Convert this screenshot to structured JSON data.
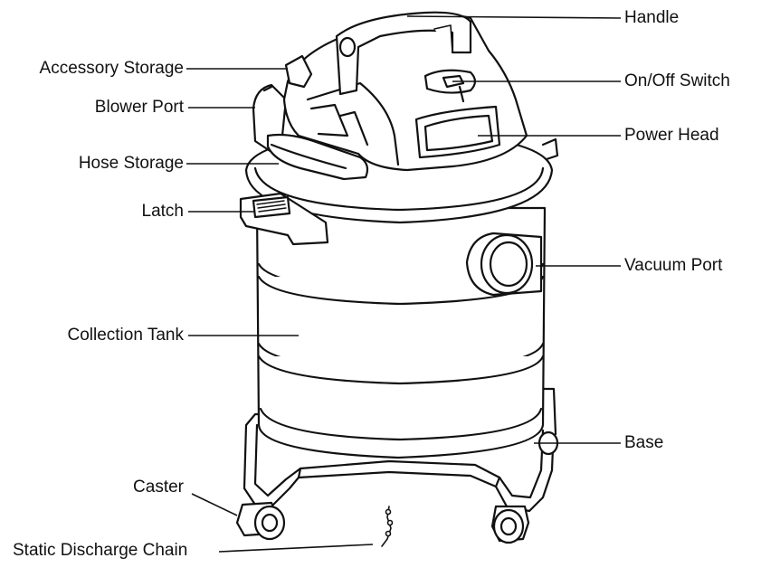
{
  "labels": {
    "handle": "Handle",
    "accessory_storage": "Accessory Storage",
    "on_off_switch": "On/Off Switch",
    "blower_port": "Blower Port",
    "power_head": "Power Head",
    "hose_storage": "Hose Storage",
    "latch": "Latch",
    "vacuum_port": "Vacuum Port",
    "collection_tank": "Collection Tank",
    "base": "Base",
    "caster": "Caster",
    "static_discharge_chain": "Static Discharge Chain"
  },
  "colors": {
    "line": "#111111",
    "fill": "#ffffff"
  }
}
